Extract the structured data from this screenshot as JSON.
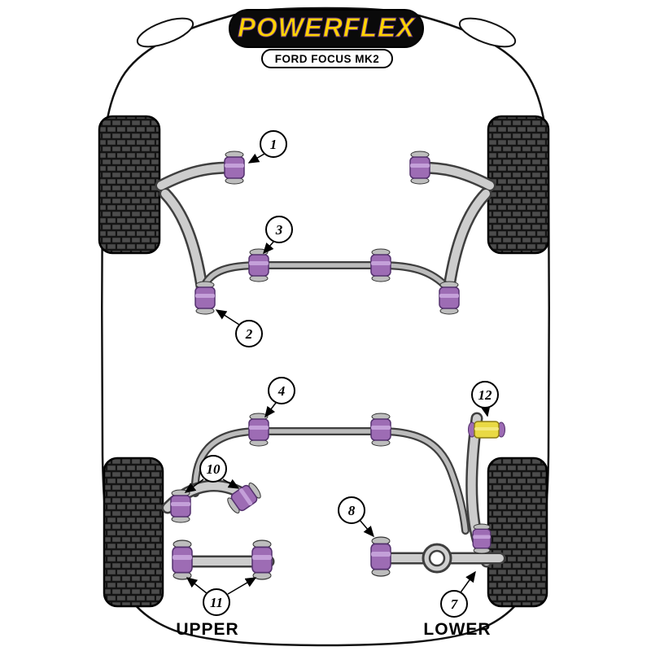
{
  "logo": {
    "brand": "POWERFLEX",
    "model": "FORD FOCUS MK2"
  },
  "labels": {
    "upper": "UPPER",
    "lower": "LOWER"
  },
  "callouts": {
    "c1": "1",
    "c2": "2",
    "c3": "3",
    "c4": "4",
    "c7": "7",
    "c8": "8",
    "c10": "10",
    "c11": "11",
    "c12": "12"
  },
  "colors": {
    "bush_purple": "#9d6cb4",
    "bush_purple_dark": "#54316e",
    "bush_purple_lite": "#c9a6dd",
    "bush_yellow": "#e9d944",
    "brand_yellow": "#ffd200",
    "arm_gray": "#cdcdcd",
    "arm_gray_dark": "#3f3f3f",
    "tire_gray": "#4a4a4a",
    "outline_black": "#111111"
  }
}
